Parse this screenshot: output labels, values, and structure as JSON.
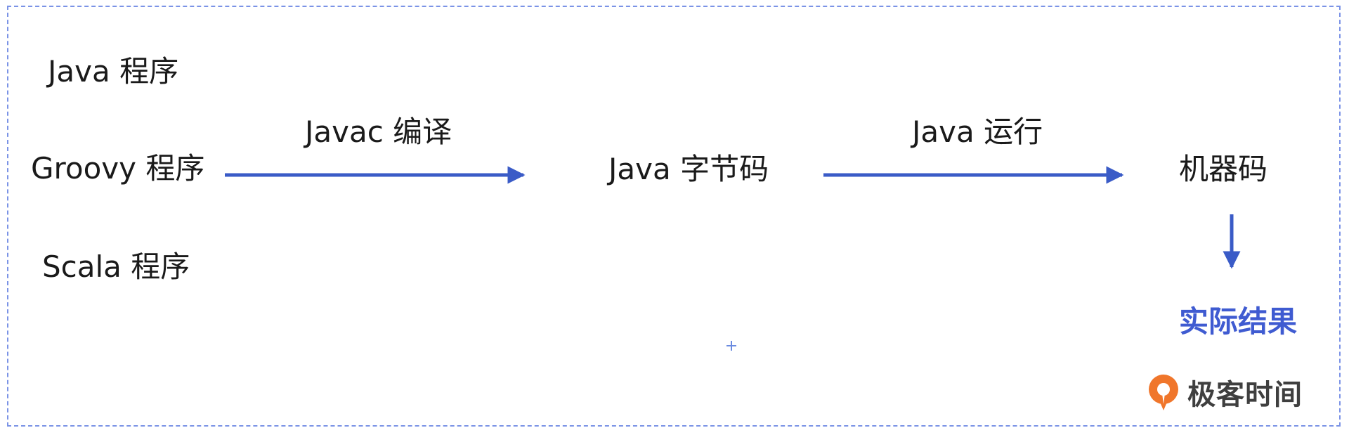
{
  "sources": [
    "Java 程序",
    "Groovy 程序",
    "Scala 程序"
  ],
  "steps": {
    "compile_label": "Javac 编译",
    "bytecode": "Java 字节码",
    "run_label": "Java 运行",
    "machine_code": "机器码",
    "result": "实际结果"
  },
  "brand": {
    "name": "极客时间"
  },
  "colors": {
    "arrow": "#3a5bc7",
    "border": "#7b93e6",
    "result": "#3f5bd1",
    "logo": "#f0762b"
  }
}
